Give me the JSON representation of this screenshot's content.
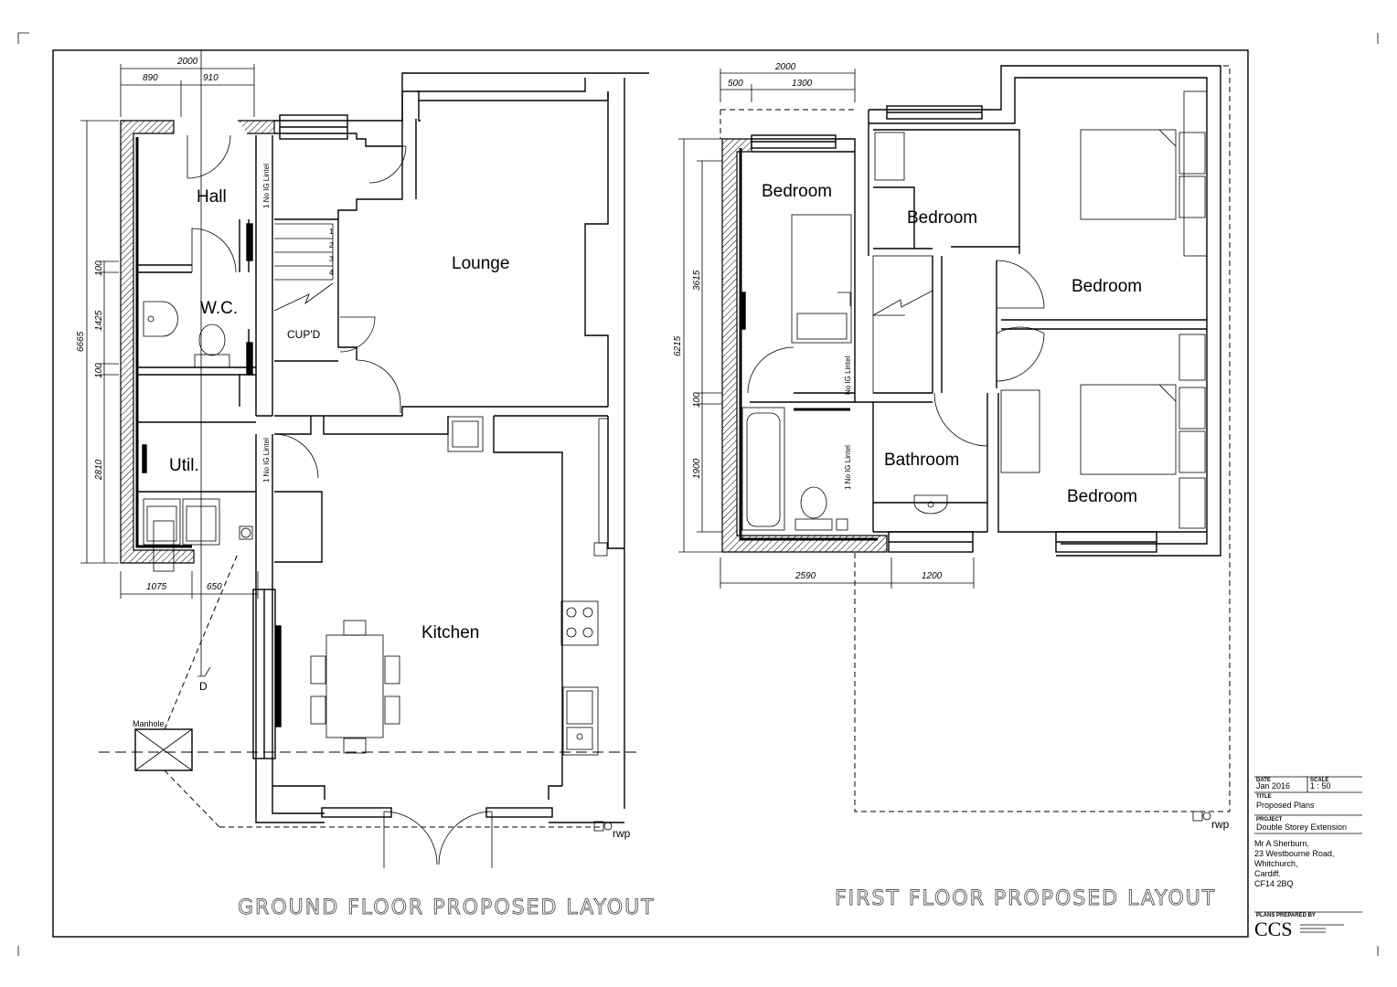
{
  "drawing": {
    "ground_floor": {
      "title": "GROUND FLOOR PROPOSED LAYOUT",
      "rooms": {
        "hall": "Hall",
        "wc": "W.C.",
        "util": "Util.",
        "lounge": "Lounge",
        "kitchen": "Kitchen",
        "cupd": "CUP'D"
      },
      "labels": {
        "manhole": "Manhole",
        "rwp": "rwp",
        "section_d": "D",
        "lintel_1": "1 No IG Lintel",
        "lintel_2": "1 No IG Lintel"
      },
      "stairs": [
        "1",
        "2",
        "3",
        "4"
      ],
      "dimensions": {
        "top_total": "2000",
        "top_a": "890",
        "top_b": "910",
        "bottom_a": "1075",
        "bottom_b": "650",
        "left_total": "6665",
        "left_a": "100",
        "left_b": "1425",
        "left_c": "100",
        "left_d": "2810"
      }
    },
    "first_floor": {
      "title": "FIRST FLOOR PROPOSED LAYOUT",
      "rooms": {
        "bedroom_1": "Bedroom",
        "bedroom_2": "Bedroom",
        "bedroom_3": "Bedroom",
        "bedroom_4": "Bedroom",
        "bathroom": "Bathroom"
      },
      "labels": {
        "rwp": "rwp",
        "lintel_1": "No IG Lintel",
        "lintel_2": "1 No IG Lintel"
      },
      "dimensions": {
        "top_total": "2000",
        "top_a": "500",
        "top_b": "1300",
        "bottom_a": "2590",
        "bottom_b": "1200",
        "left_total": "6215",
        "left_a": "3615",
        "left_b": "100",
        "left_c": "1900"
      }
    },
    "title_block": {
      "date_label": "DATE",
      "date_value": "Jan 2016",
      "scale_label": "SCALE",
      "scale_value": "1 : 50",
      "title_label": "TITLE",
      "title_value": "Proposed Plans",
      "project_label": "PROJECT",
      "project_value": "Double Storey Extension",
      "client_lines": [
        "Mr A Sherburn,",
        "23 Westbourne Road,",
        "Whitchurch,",
        "Cardiff.",
        "CF14 2BQ"
      ],
      "prepared_label": "PLANS PREPARED BY",
      "company": "CCS"
    }
  }
}
